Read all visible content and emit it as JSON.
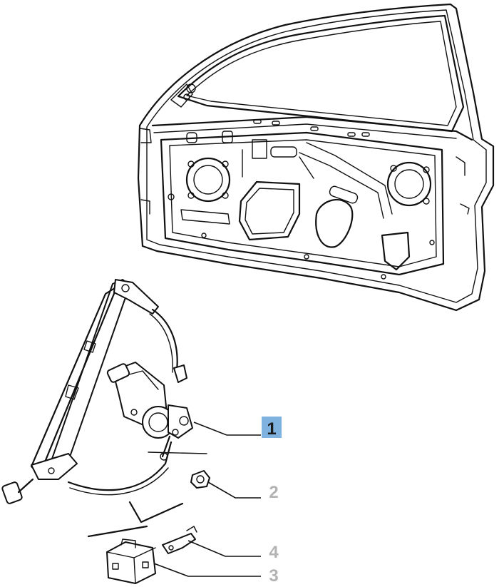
{
  "diagram": {
    "callouts": [
      {
        "id": "1",
        "label": "1",
        "highlighted": true,
        "color": "#1a1a1a",
        "highlight_color": "#7fb2de"
      },
      {
        "id": "2",
        "label": "2",
        "highlighted": false,
        "color": "#b3b3b3"
      },
      {
        "id": "3",
        "label": "3",
        "highlighted": false,
        "color": "#b3b3b3"
      },
      {
        "id": "4",
        "label": "4",
        "highlighted": false,
        "color": "#b3b3b3"
      }
    ]
  }
}
